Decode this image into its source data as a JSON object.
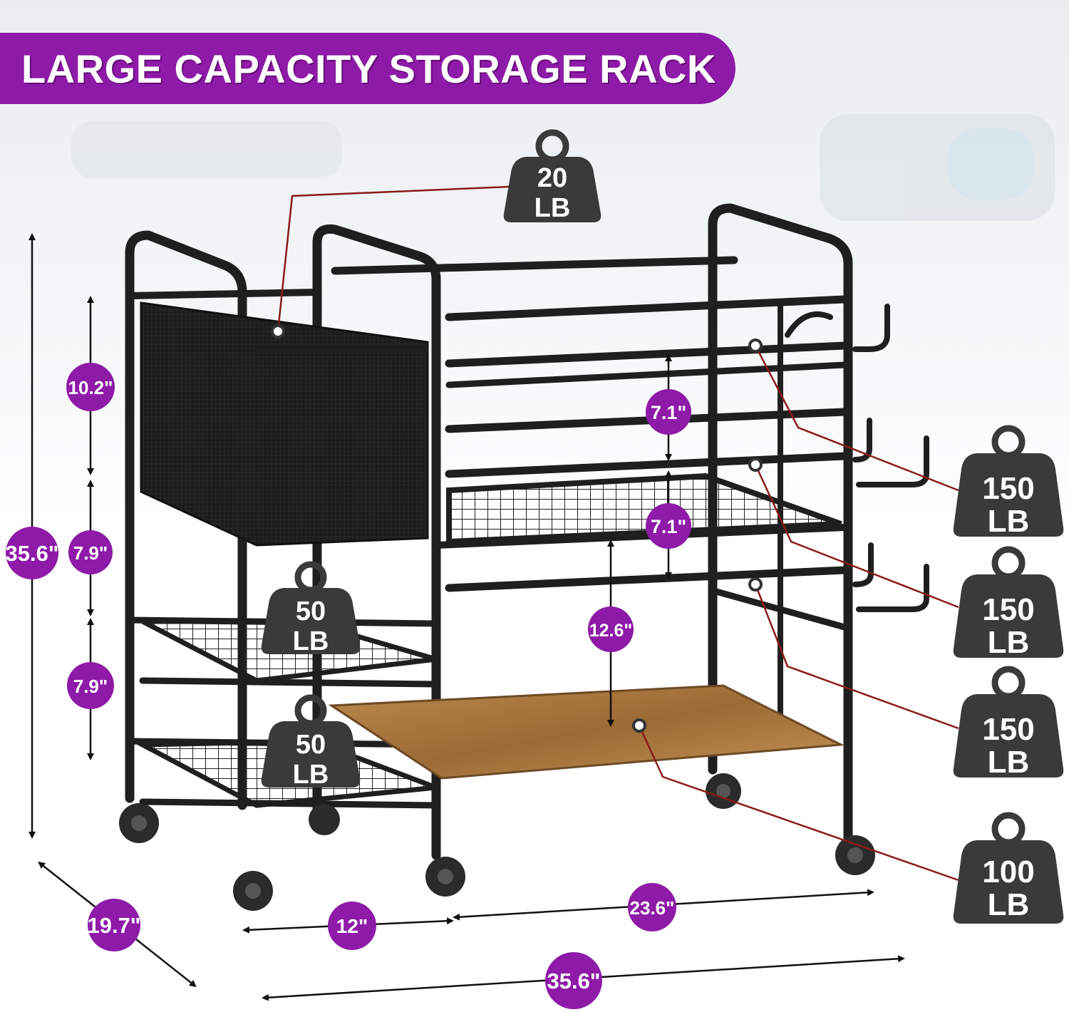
{
  "banner": {
    "title": "LARGE CAPACITY STORAGE RACK"
  },
  "weights": {
    "basket": {
      "value": "20",
      "unit": "LB"
    },
    "shelf_top_left": {
      "value": "50",
      "unit": "LB"
    },
    "shelf_bottom_left": {
      "value": "50",
      "unit": "LB"
    },
    "rack_1": {
      "value": "150",
      "unit": "LB"
    },
    "rack_2": {
      "value": "150",
      "unit": "LB"
    },
    "rack_3": {
      "value": "150",
      "unit": "LB"
    },
    "wood_shelf": {
      "value": "100",
      "unit": "LB"
    }
  },
  "dimensions": {
    "total_height": "35.6\"",
    "basket_height": "10.2\"",
    "left_gap_upper": "7.9\"",
    "left_gap_lower": "7.9\"",
    "rack_gap_upper": "7.1\"",
    "rack_gap_lower": "7.1\"",
    "bottom_clearance": "12.6\"",
    "depth": "19.7\"",
    "left_section_width": "12\"",
    "right_section_width": "23.6\"",
    "total_width": "35.6\""
  },
  "colors": {
    "accent": "#8e1aa8",
    "frame": "#1f1f1f",
    "weight_icon": "#3a3a3a",
    "leader_line": "#8a1a1a",
    "wood": "#a6763f"
  }
}
